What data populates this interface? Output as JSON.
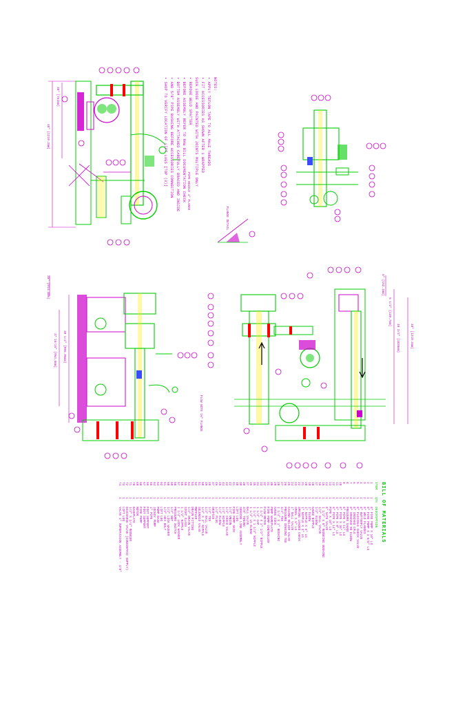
{
  "notes": {
    "header": "NOTES:",
    "lines": [
      "• APPLY TEFLON TAPE TO ALL MALE THREADS",
      "• FIT ACCESSORIES AS SHOWN AFTER 1 WRAPPED",
      "  SUCH LOOSE AND PAINTED WITH JOINTS MULTIPLE ONLY",
      "• REMOVE WELD SPATTER",
      "• BEFORE ASSEMBLY REFER TO RAW BILL DOCUMENTATION CHECK",
      "• BOTTOM ASSEMBLY WITH ATTACHED CAREFULLY BRACED AND INSIDE",
      "• AND 5/8\" PIPE BUSHING BEFORE ACCESSORIES CONNECTION",
      "• SHOP TO VERIFY LOCATION OF LIFT LUGS [TOP (3)]"
    ]
  },
  "labels": {
    "pipe_label": "PIPE NOZZLE 4\" FLANGE",
    "flow_label": "FLOW NOTE 16\" FLANGE",
    "section_label": "FLANGE DETAIL"
  },
  "dims": {
    "left_top": "48\" [1219.2mm]",
    "left_top2": "30\" [762mm]",
    "left_mid": "36\" [914.4mm]",
    "left_bot1": "39 1/4\" [996.95mm]",
    "left_bot2": "37 15/16\" [963.6mm]",
    "right_1": "48\" [1219.2mm]",
    "right_2": "40 3/4\" [1035mm]",
    "right_3": "5 1/2\" [139.7mm]",
    "right_4": "6\" [152.4mm]"
  },
  "bom": {
    "title": "BILL OF MATERIALS",
    "header_item": "ITEM",
    "header_qty": "QTY",
    "header_desc": "DESCRIPTION",
    "rows": [
      {
        "item": "1",
        "qty": "1",
        "desc": "8\" FIRE PUMP X 10\" LG"
      },
      {
        "item": "2",
        "qty": "1",
        "desc": "8\" FIRE PUMP X 3 5/8\" LG"
      },
      {
        "item": "3",
        "qty": "2",
        "desc": "8\" WELD FLANGES"
      },
      {
        "item": "4",
        "qty": "1",
        "desc": "8\" BUTTERFLY VALVE"
      },
      {
        "item": "5",
        "qty": "1",
        "desc": "8\" FLEXIBLE CHECK VALVE"
      },
      {
        "item": "6",
        "qty": "1",
        "desc": "8\" GROOVED CPLG"
      },
      {
        "item": "7",
        "qty": "2",
        "desc": "8\" GROOVED 90 ELBOW"
      },
      {
        "item": "8",
        "qty": "1",
        "desc": "PRESSURE GAUGE"
      },
      {
        "item": "9",
        "qty": "1",
        "desc": "8\" PIPE X 11\" LG"
      },
      {
        "item": "10",
        "qty": "1",
        "desc": "8\" PIPE X 36\" LG"
      },
      {
        "item": "11",
        "qty": "1",
        "desc": "6\" PIPE X 9\" LG"
      },
      {
        "item": "12",
        "qty": "1",
        "desc": "6\" PIPE X 14\" LG"
      },
      {
        "item": "13",
        "qty": "1",
        "desc": "PIPE X 10\" LG"
      },
      {
        "item": "14",
        "qty": "1",
        "desc": "8\" GATE VALVE"
      },
      {
        "item": "15",
        "qty": "1",
        "desc": "1 1/2\" X 9\" REDUCING BUSHING"
      },
      {
        "item": "16",
        "qty": "1",
        "desc": "1/2\" BALL VALVE"
      },
      {
        "item": "17",
        "qty": "1",
        "desc": "1/2\" ELBOW"
      },
      {
        "item": "18",
        "qty": "1",
        "desc": "GAUGE NIPPLE"
      },
      {
        "item": "19",
        "qty": "1",
        "desc": "1\" ELBOW"
      },
      {
        "item": "20",
        "qty": "1",
        "desc": "1\" NIPPLE X 6\" LG"
      },
      {
        "item": "21",
        "qty": "1",
        "desc": "1\" NIPPLE X 3\" LG"
      },
      {
        "item": "22",
        "qty": "1",
        "desc": "SPRING LOADED CHECK"
      },
      {
        "item": "23",
        "qty": "1",
        "desc": "SPOOL X 5\" LG"
      },
      {
        "item": "24",
        "qty": "1",
        "desc": "1\" BALL VALVE"
      },
      {
        "item": "25",
        "qty": "1",
        "desc": "CASING RELIEF VALVE"
      },
      {
        "item": "26",
        "qty": "2",
        "desc": "PRESSURE SENSING TEE"
      },
      {
        "item": "27",
        "qty": "1",
        "desc": "3/4\" TEE"
      },
      {
        "item": "28",
        "qty": "1",
        "desc": "1 1/4\" X 1\" BUSHING"
      },
      {
        "item": "29",
        "qty": "1",
        "desc": "GAUGE COCK"
      },
      {
        "item": "30",
        "qty": "1",
        "desc": "PUMP NAMEPLATE"
      },
      {
        "item": "31",
        "qty": "1",
        "desc": "FIRE PUMP CONTROLLER"
      },
      {
        "item": "32",
        "qty": "1",
        "desc": "FLOW METER"
      },
      {
        "item": "33",
        "qty": "1",
        "desc": "1 1/4\" X 1\" 1/2\" NIPPLE"
      },
      {
        "item": "34",
        "qty": "1",
        "desc": "1 1/4\" CAP"
      },
      {
        "item": "35",
        "qty": "1",
        "desc": "1 1/4\" X 1 1/4\" NIPPLE"
      },
      {
        "item": "36",
        "qty": "1",
        "desc": "1 1/4\" LG ELBOW"
      },
      {
        "item": "37",
        "qty": "1",
        "desc": "BALL VALVE"
      },
      {
        "item": "38",
        "qty": "1",
        "desc": "3/8\" TUBING"
      },
      {
        "item": "39",
        "qty": "1",
        "desc": "SENSING LINE ASSEMBLY"
      },
      {
        "item": "40",
        "qty": "1",
        "desc": "LIFT LUG"
      },
      {
        "item": "41",
        "qty": "1",
        "desc": "FIRE PUMP SKID"
      },
      {
        "item": "42",
        "qty": "1",
        "desc": "1/4\" UNION"
      },
      {
        "item": "43",
        "qty": "1",
        "desc": "1/4\" CHECK VALVE"
      },
      {
        "item": "44",
        "qty": "1",
        "desc": "1/4\" NIPPLE"
      },
      {
        "item": "45",
        "qty": "1",
        "desc": "1/4\" ELBOW"
      },
      {
        "item": "46",
        "qty": "1",
        "desc": "1/4\" PLUG"
      },
      {
        "item": "47",
        "qty": "1",
        "desc": "ORIFICE"
      },
      {
        "item": "48",
        "qty": "1",
        "desc": "1/4\" TEE"
      },
      {
        "item": "49",
        "qty": "1",
        "desc": "1/4\" BALL VALVE"
      },
      {
        "item": "50",
        "qty": "1",
        "desc": "1/4\" X 3\" NIPPLE"
      },
      {
        "item": "51",
        "qty": "1",
        "desc": "SOLENOID VALVE"
      },
      {
        "item": "52",
        "qty": "1",
        "desc": "MUFFLER"
      },
      {
        "item": "53",
        "qty": "1",
        "desc": "DRAIN FITTING"
      },
      {
        "item": "54",
        "qty": "1",
        "desc": "1/2\" DRAIN VALVE"
      },
      {
        "item": "55",
        "qty": "1",
        "desc": "SIGHT GLASS"
      },
      {
        "item": "56",
        "qty": "1",
        "desc": "1 1/2\" NIPPLE"
      },
      {
        "item": "57",
        "qty": "1",
        "desc": "1 1/4\" LOCK WASHER"
      },
      {
        "item": "58",
        "qty": "1",
        "desc": "PRESSURE SWITCH"
      },
      {
        "item": "59",
        "qty": "1",
        "desc": "1/2\" NUT"
      },
      {
        "item": "60",
        "qty": "1",
        "desc": "1/2\" LOCK WASHER"
      },
      {
        "item": "61",
        "qty": "1",
        "desc": "1/2\" HEX BOLT"
      },
      {
        "item": "62",
        "qty": "1",
        "desc": "LIFT LUG"
      },
      {
        "item": "63",
        "qty": "1",
        "desc": "PUMP BASE"
      },
      {
        "item": "64",
        "qty": "1",
        "desc": "JOCKEY PUMP"
      },
      {
        "item": "65",
        "qty": "1",
        "desc": "1\" PIPE"
      },
      {
        "item": "66",
        "qty": "1",
        "desc": "FOOT SUPPORT"
      },
      {
        "item": "67",
        "qty": "1",
        "desc": "FOOT SUPPORT"
      },
      {
        "item": "68",
        "qty": "1",
        "desc": "FIRE PUMP"
      },
      {
        "item": "69",
        "qty": "1",
        "desc": "MOTOR"
      },
      {
        "item": "70",
        "qty": "1",
        "desc": "BASEPLATE"
      },
      {
        "item": "71",
        "qty": "1",
        "desc": "1/2\" X 1/4\" REDUCER"
      },
      {
        "item": "72",
        "qty": "1",
        "desc": "DISCHARGE VALVE (CONCENTRIC SUPPLY)"
      },
      {
        "item": "73",
        "qty": "1",
        "desc": "LIFT LUG"
      },
      {
        "item": "74",
        "qty": "1",
        "desc": "VALVE 1\" SUPERVISION ASSEMBLY - 3/8\""
      }
    ]
  }
}
